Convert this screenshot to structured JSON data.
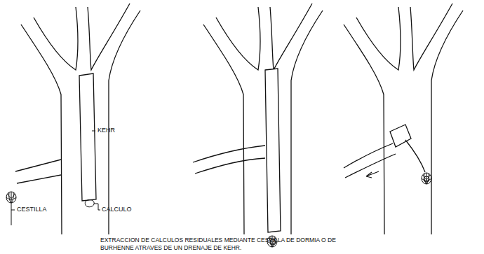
{
  "diagram": {
    "caption": "EXTRACCION DE CALCULOS RESIDUALES MEDIANTE CESTILLA DE DORMIA O DE BURHENNE ATRAVES DE UN DRENAJE DE KEHR.",
    "labels": [
      "KEHR",
      "CESTILLA",
      "CALCULO"
    ]
  }
}
